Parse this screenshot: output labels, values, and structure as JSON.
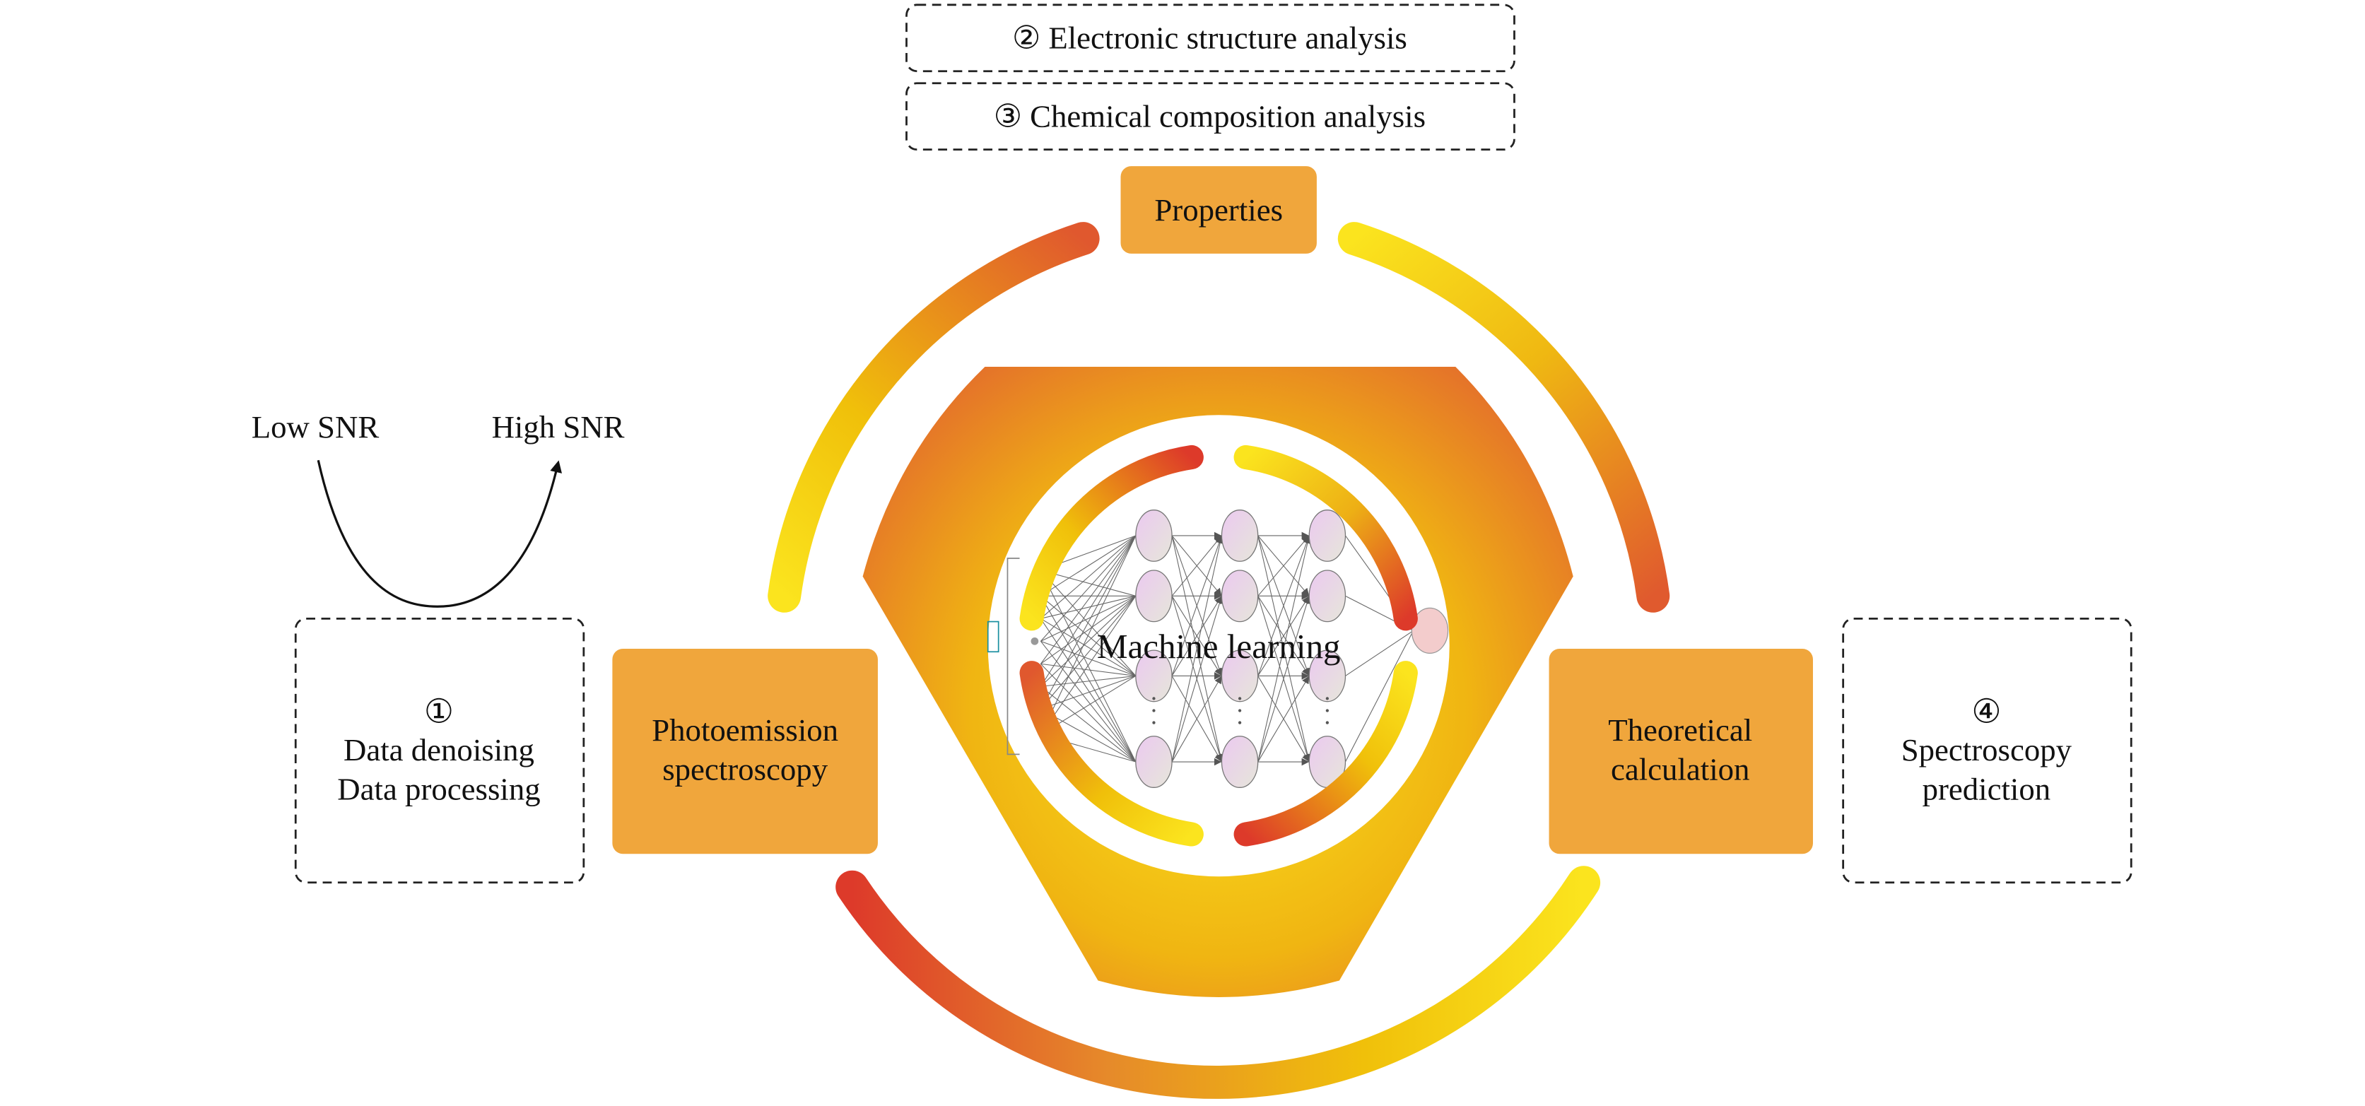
{
  "top_boxes": {
    "electronic": "② Electronic structure analysis",
    "chemical": "③ Chemical composition analysis"
  },
  "nodes": {
    "properties": "Properties",
    "photoemission": [
      "Photoemission",
      "spectroscopy"
    ],
    "theoretical": [
      "Theoretical",
      "calculation"
    ],
    "center": "Machine learning"
  },
  "left_box": {
    "number": "①",
    "lines": [
      "Data denoising",
      "Data processing"
    ]
  },
  "right_box": {
    "number": "④",
    "lines": [
      "Spectroscopy",
      "prediction"
    ]
  },
  "snr": {
    "low": "Low SNR",
    "high": "High SNR"
  },
  "colors": {
    "box": "#F0A63C",
    "yellow": "#FBE41E",
    "orange": "#E5752E",
    "red": "#DD3A2A",
    "neuron": "#EBCDEE",
    "output_neuron": "#F3CCCC"
  }
}
